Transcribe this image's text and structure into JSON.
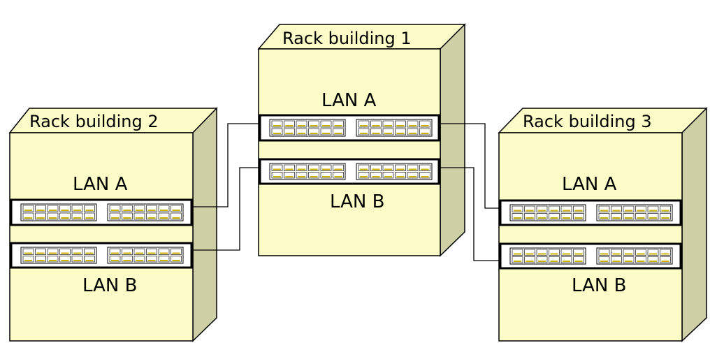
{
  "racks": {
    "r1": {
      "title": "Rack building 1",
      "lan_a": "LAN A",
      "lan_b": "LAN B"
    },
    "r2": {
      "title": "Rack building 2",
      "lan_a": "LAN A",
      "lan_b": "LAN B"
    },
    "r3": {
      "title": "Rack building 3",
      "lan_a": "LAN A",
      "lan_b": "LAN B"
    }
  },
  "colors": {
    "rack_face": "#fcfcc8",
    "rack_side": "#cfcfa6",
    "port_led": "#c9b200"
  }
}
